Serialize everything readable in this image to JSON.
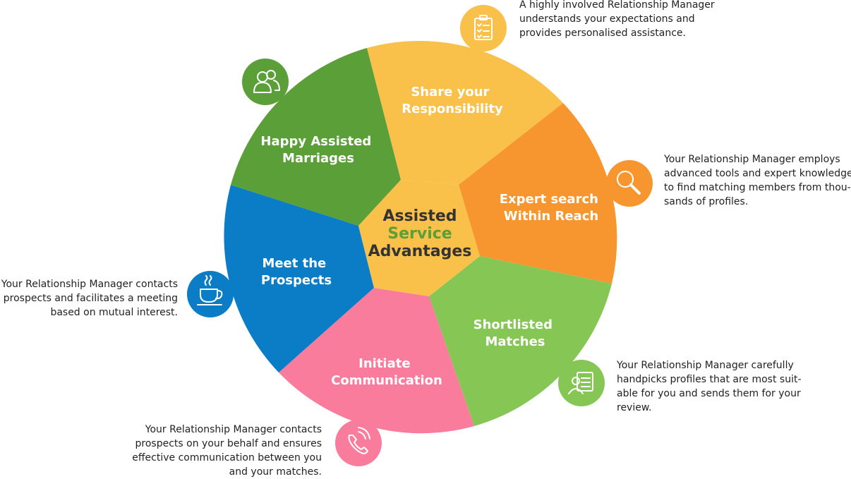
{
  "center": {
    "line1": "Assisted",
    "line2": "Service",
    "line3": "Advantages"
  },
  "segments": [
    {
      "id": "share",
      "title_lines": [
        "Share your",
        "Responsibility"
      ],
      "description_lines": [
        "A highly involved Relationship Manager",
        "understands your expectations and",
        "provides personalised assistance."
      ],
      "color": "#F9C04A",
      "icon_color": "#F9C04A",
      "icon": "clipboard-checklist-icon"
    },
    {
      "id": "expert",
      "title_lines": [
        "Expert search",
        "Within Reach"
      ],
      "description_lines": [
        "Your Relationship Manager employs",
        "advanced tools and expert knowledge",
        "to find matching members from thou-",
        "sands of profiles."
      ],
      "color": "#F7962E",
      "icon_color": "#F7962E",
      "icon": "magnifier-icon"
    },
    {
      "id": "shortlisted",
      "title_lines": [
        "Shortlisted",
        "Matches"
      ],
      "description_lines": [
        "Your Relationship Manager carefully",
        "handpicks profiles that are most suit-",
        "able for you and sends them for your",
        "review."
      ],
      "color": "#85C655",
      "icon_color": "#85C655",
      "icon": "profile-document-icon"
    },
    {
      "id": "initiate",
      "title_lines": [
        "Initiate",
        "Communication"
      ],
      "description_lines": [
        "Your Relationship Manager contacts",
        "prospects on your behalf and ensures",
        "effective communication between you",
        "and your matches."
      ],
      "color": "#FA7C9C",
      "icon_color": "#FA7C9C",
      "icon": "phone-call-icon"
    },
    {
      "id": "meet",
      "title_lines": [
        "Meet the",
        "Prospects"
      ],
      "description_lines": [
        "Your Relationship Manager contacts",
        "prospects and facilitates a meeting",
        "based on mutual interest."
      ],
      "color": "#0A7DC6",
      "icon_color": "#0A7DC6",
      "icon": "coffee-cup-icon"
    },
    {
      "id": "happy",
      "title_lines": [
        "Happy Assisted",
        "Marriages"
      ],
      "color": "#5B9F38",
      "icon_color": "#5B9F38",
      "icon": "couple-users-icon"
    }
  ],
  "colors": {
    "center_dark": "#333333",
    "center_green": "#5B9F38",
    "center_fill": "#F9C04A"
  }
}
